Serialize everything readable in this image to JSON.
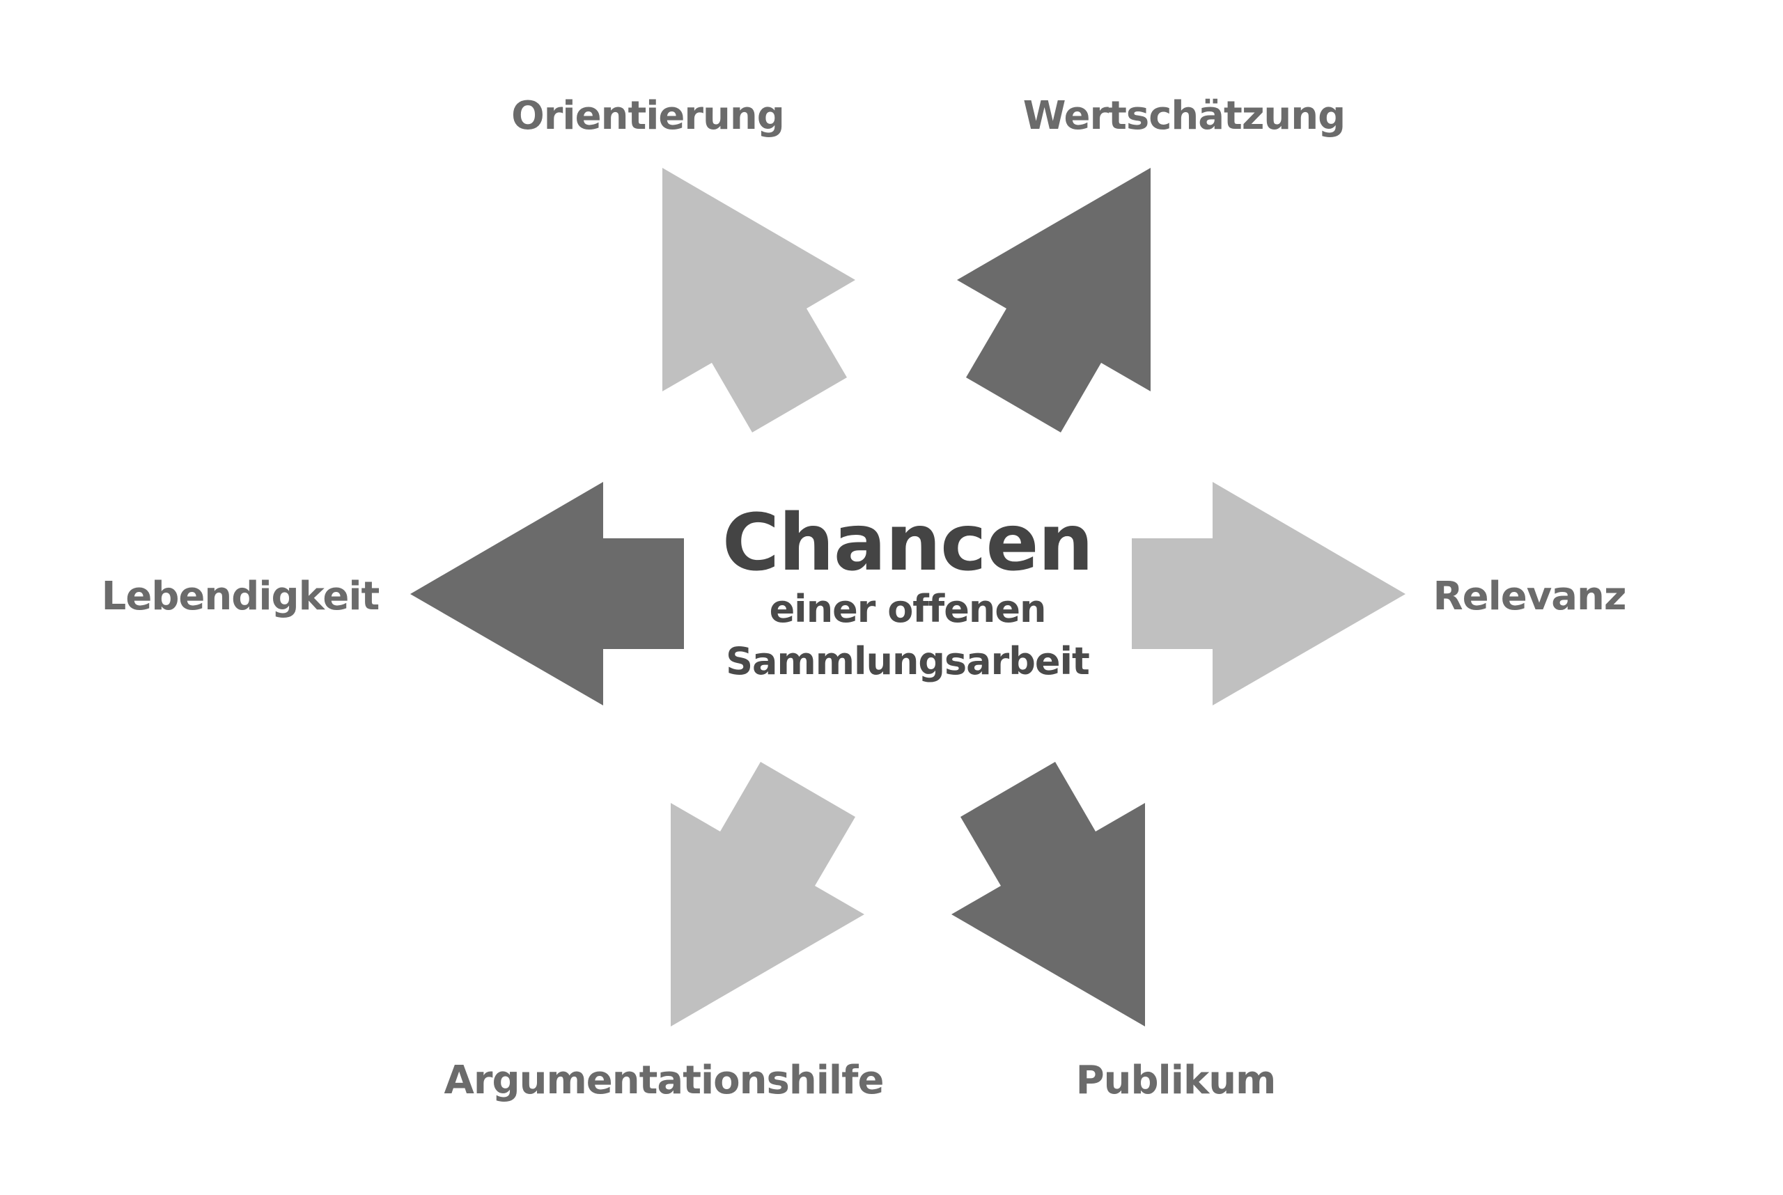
{
  "center": {
    "title": "Chancen",
    "subtitle_line1": "einer offenen",
    "subtitle_line2": "Sammlungsarbeit"
  },
  "arrows": [
    {
      "id": "orientierung",
      "label": "Orientierung",
      "direction": "up-left",
      "shade": "light"
    },
    {
      "id": "wertschaetzung",
      "label": "Wertschätzung",
      "direction": "up-right",
      "shade": "dark"
    },
    {
      "id": "lebendigkeit",
      "label": "Lebendigkeit",
      "direction": "left",
      "shade": "dark"
    },
    {
      "id": "relevanz",
      "label": "Relevanz",
      "direction": "right",
      "shade": "light"
    },
    {
      "id": "argumentationshilfe",
      "label": "Argumentationshilfe",
      "direction": "down-left",
      "shade": "light"
    },
    {
      "id": "publikum",
      "label": "Publikum",
      "direction": "down-right",
      "shade": "dark"
    }
  ],
  "colors": {
    "light_arrow": "#c0c0c0",
    "dark_arrow": "#6b6b6b",
    "label_text": "#6b6b6b",
    "center_text": "#444444"
  }
}
